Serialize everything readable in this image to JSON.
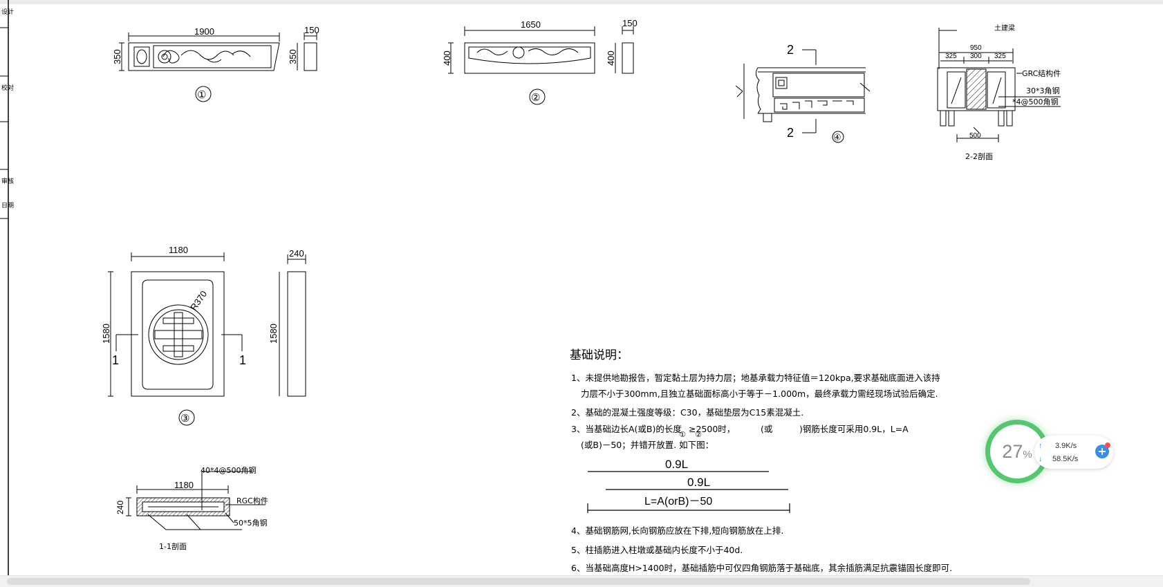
{
  "left_panel": {
    "labels": [
      "设计",
      "校对",
      "审核",
      "日期"
    ]
  },
  "dims": {
    "d1_width": "1900",
    "d1_side": "150",
    "d1_height": "350",
    "d1_side_height": "350",
    "d1_marker": "①",
    "d2_width": "1650",
    "d2_side": "150",
    "d2_height": "400",
    "d2_side_height": "400",
    "d2_marker": "②",
    "d3_width": "1180",
    "d3_side": "240",
    "d3_height": "1580",
    "d3_side_height": "1580",
    "d3_marker": "③",
    "d3_radius": "R370",
    "d3_cut": "1",
    "d4_cut": "2",
    "d4_marker": "④",
    "sec11_width": "1180",
    "sec11_height": "240",
    "sec11_label1": "40*4@500角钢",
    "sec11_label2": "RGC构件",
    "sec11_label3": "50*5角钢",
    "sec11_title": "1-1剖面",
    "sec22_top": "土建梁",
    "sec22_total": "950",
    "sec22_a": "325",
    "sec22_b": "300",
    "sec22_c": "325",
    "sec22_l1": "GRC结构件",
    "sec22_l2": "30*3角钢",
    "sec22_l3": "*4@500角钢",
    "sec22_bottom": "500",
    "sec22_title": "2-2剖面"
  },
  "notes": {
    "title": "基础说明：",
    "n1a": "1、未提供地勘报告，暂定黏土层为持力层；地基承载力特征值＝120kpa,要求基础底面进入该持",
    "n1b": "力层不小于300mm,且独立基础面标高小于等于－1.000m，最终承载力需经现场试验后确定.",
    "n2": "2、基础的混凝土强度等级：C30，基础垫层为C15素混凝土.",
    "n3a_pre": "3、当基础边长A(或B)的长度",
    "n3a_post": "≥2500时，",
    "n3a_paren": "(或",
    "n3a_tail": ")钢筋长度可采用0.9L，L=A",
    "n3_c1": "①",
    "n3_c2": "②",
    "n3b": "(或B)－50；并错开放置. 如下图：",
    "diag_l1": "0.9L",
    "diag_l2": "0.9L",
    "diag_l3": "L=A(orB)－50",
    "n4": "4、基础钢筋网,长向钢筋应放在下排,短向钢筋放在上排.",
    "n5": "5、柱插筋进入柱墩或基础内长度不小于40d.",
    "n6": "6、当基础高度H>1400时，基础插筋中可仅四角钢筋落于基础底，其余插筋满足抗震锚固长度即可."
  },
  "widget": {
    "percent": "27",
    "percent_unit": "%",
    "upload": "3.9K/s",
    "download": "58.5K/s",
    "ring_color": "#56c771"
  }
}
